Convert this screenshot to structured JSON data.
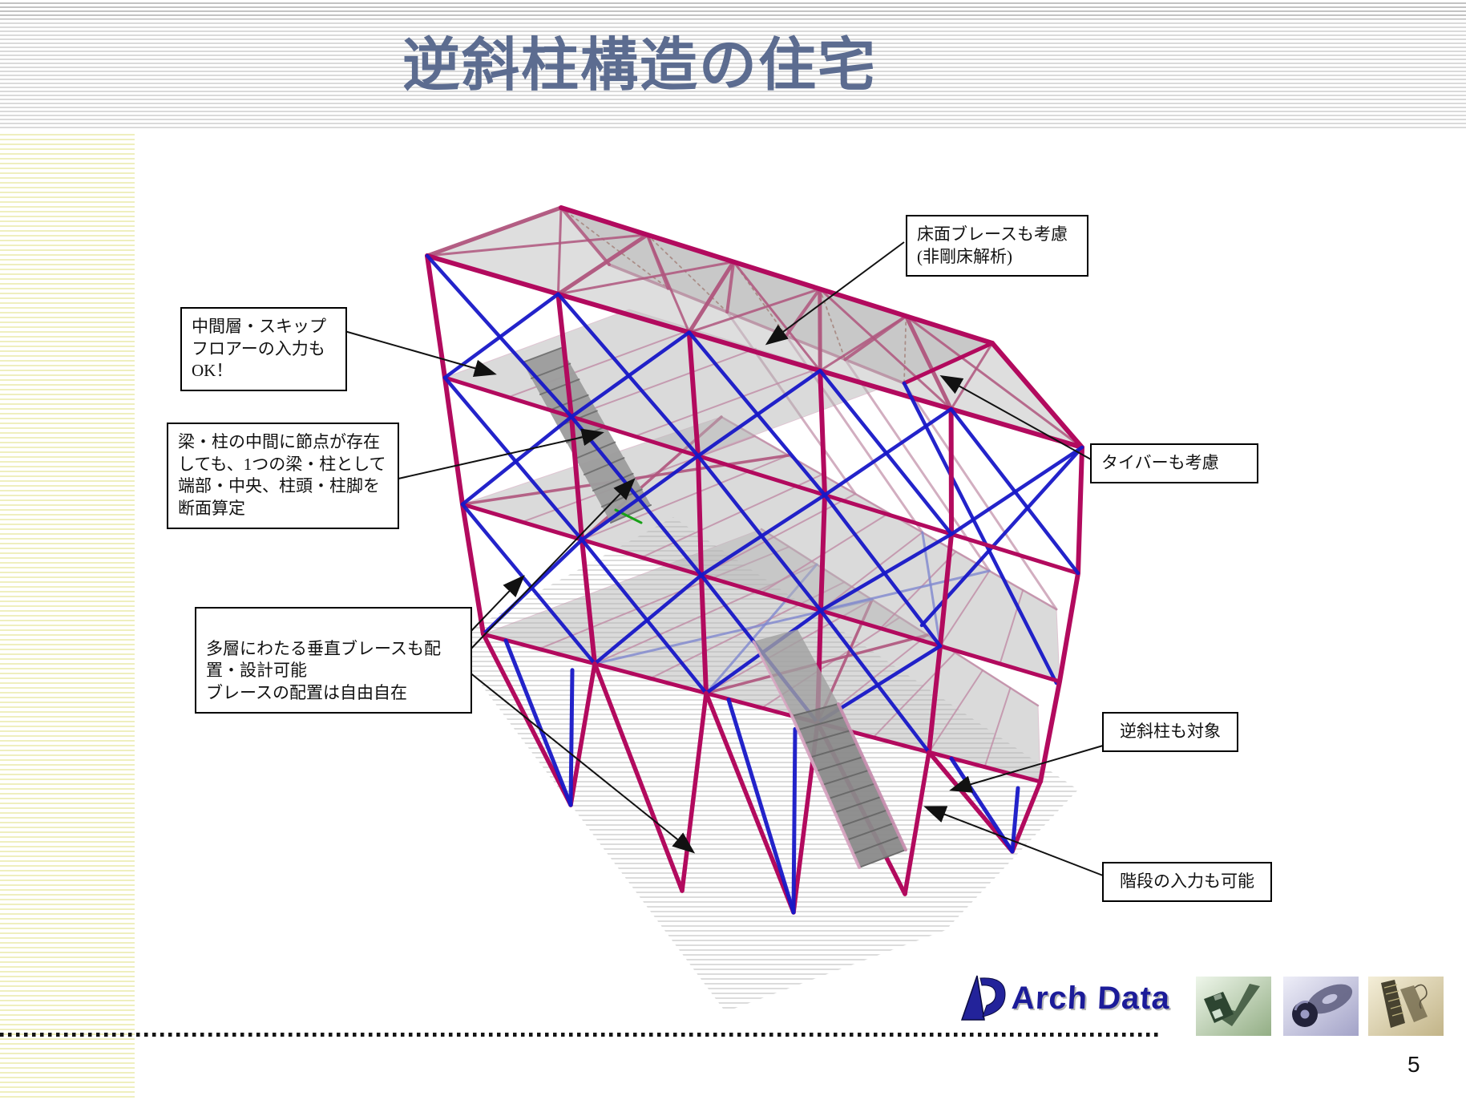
{
  "slide": {
    "title": "逆斜柱構造の住宅",
    "page_number": "5"
  },
  "callouts": {
    "floor_brace": "床面ブレースも考慮(非剛床解析)",
    "skip_floor": "中間層・スキップフロアーの入力もOK！",
    "beam_column": "梁・柱の中間に節点が存在しても、1つの梁・柱として端部・中央、柱頭・柱脚を断面算定",
    "multi_brace": "多層にわたる垂直ブレースも配置・設計可能\nブレースの配置は自由自在",
    "tie_bar": "タイバーも考慮",
    "reverse_column": "逆斜柱も対象",
    "stair": "階段の入力も可能"
  },
  "footer": {
    "logo_text": "Arch Data"
  },
  "colors": {
    "title_text": "#5c6c90",
    "frame_magenta": "#b20a5e",
    "brace_blue": "#1818c8",
    "logo_blue": "#1c1c99"
  },
  "icons": {
    "logo_mark": "arch-data-logo-mark",
    "photo_1": "floppy-disk-photo",
    "photo_2": "cd-disc-photo",
    "photo_3": "keyboard-photo"
  }
}
